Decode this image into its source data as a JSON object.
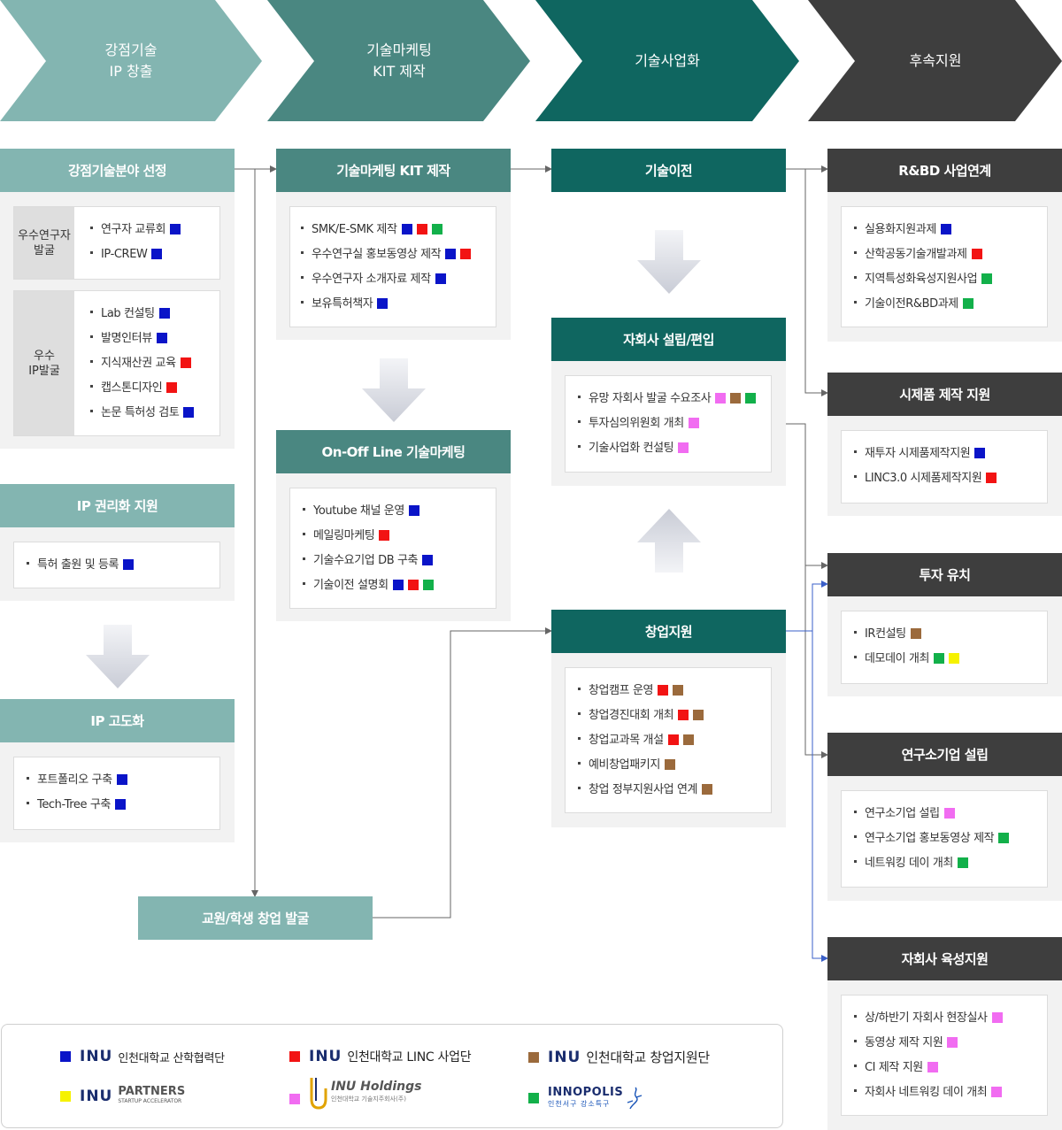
{
  "stages": [
    {
      "line1": "강점기술",
      "line2": "IP 창출",
      "color": "#83b5b1"
    },
    {
      "line1": "기술마케팅",
      "line2": "KIT 제작",
      "color": "#4a8781"
    },
    {
      "line1": "기술사업화",
      "line2": "",
      "color": "#0f6660"
    },
    {
      "line1": "후속지원",
      "line2": "",
      "color": "#3e3e3e"
    }
  ],
  "col1": {
    "box1": {
      "title": "강점기술분야 선정",
      "groups": [
        {
          "label": "우수연구자\n발굴",
          "items": [
            {
              "text": "연구자 교류회",
              "colors": [
                "blue"
              ]
            },
            {
              "text": "IP-CREW",
              "colors": [
                "blue"
              ]
            }
          ]
        },
        {
          "label": "우수\nIP발굴",
          "items": [
            {
              "text": "Lab 컨설팅",
              "colors": [
                "blue"
              ]
            },
            {
              "text": "발명인터뷰",
              "colors": [
                "blue"
              ]
            },
            {
              "text": "지식재산권 교육",
              "colors": [
                "red"
              ]
            },
            {
              "text": "캡스톤디자인",
              "colors": [
                "red"
              ]
            },
            {
              "text": "논문 특허성 검토",
              "colors": [
                "blue"
              ]
            }
          ]
        }
      ]
    },
    "box2": {
      "title": "IP 권리화 지원",
      "items": [
        {
          "text": "특허 출원 및 등록",
          "colors": [
            "blue"
          ]
        }
      ]
    },
    "box3": {
      "title": "IP 고도화",
      "items": [
        {
          "text": "포트폴리오 구축",
          "colors": [
            "blue"
          ]
        },
        {
          "text": "Tech-Tree 구축",
          "colors": [
            "blue"
          ]
        }
      ]
    },
    "startup_find": "교원/학생 창업 발굴"
  },
  "col2": {
    "box1": {
      "title": "기술마케팅 KIT 제작",
      "items": [
        {
          "text": "SMK/E-SMK 제작",
          "colors": [
            "blue",
            "red",
            "green"
          ]
        },
        {
          "text": "우수연구실 홍보동영상 제작",
          "colors": [
            "blue",
            "red"
          ]
        },
        {
          "text": "우수연구자 소개자료 제작",
          "colors": [
            "blue"
          ]
        },
        {
          "text": "보유특허책자",
          "colors": [
            "blue"
          ]
        }
      ]
    },
    "box2": {
      "title": "On-Off Line 기술마케팅",
      "items": [
        {
          "text": "Youtube 채널 운영",
          "colors": [
            "blue"
          ]
        },
        {
          "text": "메일링마케팅",
          "colors": [
            "red"
          ]
        },
        {
          "text": "기술수요기업 DB 구축",
          "colors": [
            "blue"
          ]
        },
        {
          "text": "기술이전 설명회",
          "colors": [
            "blue",
            "red",
            "green"
          ]
        }
      ]
    }
  },
  "col3": {
    "box1": {
      "title": "기술이전"
    },
    "box2": {
      "title": "자회사 설립/편입",
      "items": [
        {
          "text": "유망 자회사 발굴 수요조사",
          "colors": [
            "pink",
            "brown",
            "green"
          ]
        },
        {
          "text": "투자심의위원회 개최",
          "colors": [
            "pink"
          ]
        },
        {
          "text": "기술사업화 컨설팅",
          "colors": [
            "pink"
          ]
        }
      ]
    },
    "box3": {
      "title": "창업지원",
      "items": [
        {
          "text": "창업캠프 운영",
          "colors": [
            "red",
            "brown"
          ]
        },
        {
          "text": "창업경진대회 개최",
          "colors": [
            "red",
            "brown"
          ]
        },
        {
          "text": "창업교과목 개설",
          "colors": [
            "red",
            "brown"
          ]
        },
        {
          "text": "예비창업패키지",
          "colors": [
            "brown"
          ]
        },
        {
          "text": "창업 정부지원사업 연계",
          "colors": [
            "brown"
          ]
        }
      ]
    }
  },
  "col4": {
    "box1": {
      "title": "R&BD 사업연계",
      "items": [
        {
          "text": "실용화지원과제",
          "colors": [
            "blue"
          ]
        },
        {
          "text": "산학공동기술개발과제",
          "colors": [
            "red"
          ]
        },
        {
          "text": "지역특성화육성지원사업",
          "colors": [
            "green"
          ]
        },
        {
          "text": "기술이전R&BD과제",
          "colors": [
            "green"
          ]
        }
      ]
    },
    "box2": {
      "title": "시제품 제작 지원",
      "items": [
        {
          "text": "재투자 시제품제작지원",
          "colors": [
            "blue"
          ]
        },
        {
          "text": "LINC3.0 시제품제작지원",
          "colors": [
            "red"
          ]
        }
      ]
    },
    "box3": {
      "title": "투자 유치",
      "items": [
        {
          "text": "IR컨설팅",
          "colors": [
            "brown"
          ]
        },
        {
          "text": "데모데이 개최",
          "colors": [
            "green",
            "yellow"
          ]
        }
      ]
    },
    "box4": {
      "title": "연구소기업 설립",
      "items": [
        {
          "text": "연구소기업 설립",
          "colors": [
            "pink"
          ]
        },
        {
          "text": "연구소기업 홍보동영상 제작",
          "colors": [
            "green"
          ]
        },
        {
          "text": "네트워킹 데이 개최",
          "colors": [
            "green"
          ]
        }
      ]
    },
    "box5": {
      "title": "자회사 육성지원",
      "items": [
        {
          "text": "상/하반기 자회사 현장실사",
          "colors": [
            "pink"
          ]
        },
        {
          "text": "동영상 제작 지원",
          "colors": [
            "pink"
          ]
        },
        {
          "text": "CI 제작 지원",
          "colors": [
            "pink"
          ]
        },
        {
          "text": "자회사 네트워킹 데이 개최",
          "colors": [
            "pink"
          ]
        }
      ]
    }
  },
  "legend": [
    {
      "color": "blue",
      "mark": "INU",
      "text": "인천대학교 산학협력단"
    },
    {
      "color": "red",
      "mark": "INU",
      "text": "인천대학교 LINC 사업단"
    },
    {
      "color": "brown",
      "mark": "INU",
      "text": "인천대학교 창업지원단"
    },
    {
      "color": "yellow",
      "mark": "INU",
      "text": "PARTNERS",
      "sub": "STARTUP ACCELERATOR"
    },
    {
      "color": "pink",
      "mark": "",
      "text": "INU Holdings",
      "sub": "인천대학교 기술지주회사(주)"
    },
    {
      "color": "green",
      "mark": "",
      "text": "INNOPOLIS",
      "sub": "인천서구 강소특구"
    }
  ],
  "palette": {
    "blue": "#0a14c8",
    "red": "#f21313",
    "green": "#12b04a",
    "pink": "#f16cf1",
    "brown": "#9b6a3c",
    "yellow": "#f6f200",
    "light_teal": "#83b5b1",
    "mid_teal": "#4a8781",
    "dark_teal": "#0f6660",
    "dark_gray": "#3e3e3e"
  }
}
